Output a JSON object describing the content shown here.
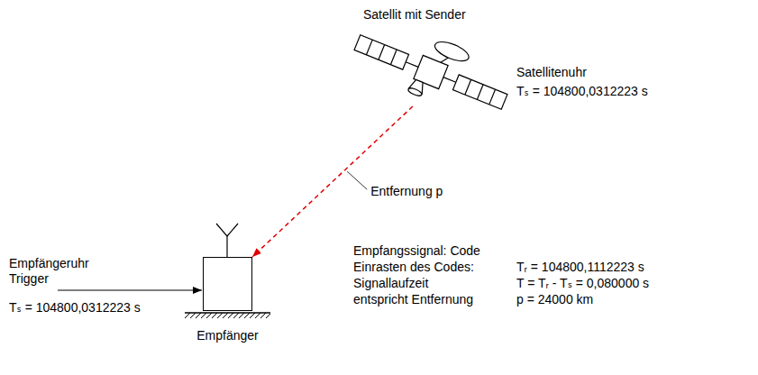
{
  "diagram": {
    "nodes": [
      {
        "text": [
          "Satellit mit Sender"
        ]
      },
      {
        "text": [
          "Empfänger"
        ]
      }
    ],
    "edges": [
      {
        "from": 0,
        "to": 1,
        "arrow": "to",
        "label": "Entfernung p"
      }
    ],
    "labels": [
      "Satellitenuhr",
      "Tₛ = 104800,0312223 s",
      "Empfängeruhr",
      "Trigger",
      "Tₛ = 104800,0312223 s",
      "Empfangssignal: Code",
      "Einrasten des Codes:",
      "Tᵣ = 104800,1112223 s",
      "Signallaufzeit",
      "T = Tᵣ - Tₛ = 0,080000 s",
      "entspricht Entfernung",
      "p = 24000 km"
    ]
  }
}
